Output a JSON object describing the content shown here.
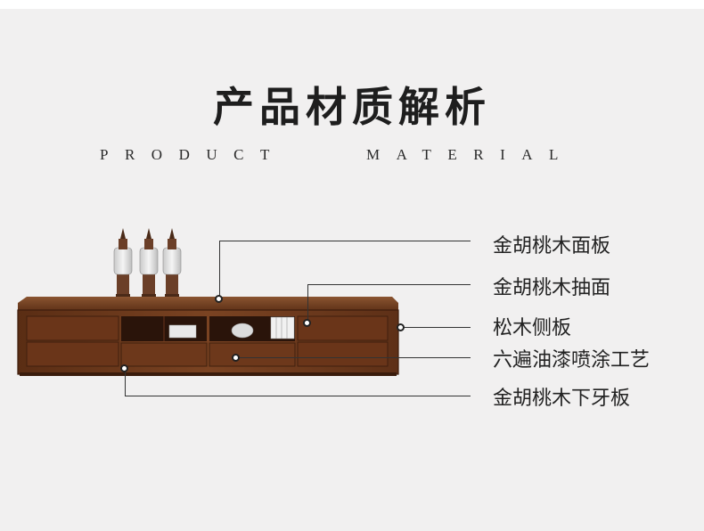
{
  "heading": {
    "title": "产品材质解析",
    "subtitle_word1": "PRODUCT",
    "subtitle_word2": "MATERIAL"
  },
  "callouts": [
    {
      "label": "金胡桃木面板"
    },
    {
      "label": "金胡桃木抽面"
    },
    {
      "label": "松木侧板"
    },
    {
      "label": "六遍油漆喷涂工艺"
    },
    {
      "label": "金胡桃木下牙板"
    }
  ],
  "colors": {
    "background": "#f1f0f0",
    "wood": "#6b3a1f",
    "line": "#333333"
  }
}
